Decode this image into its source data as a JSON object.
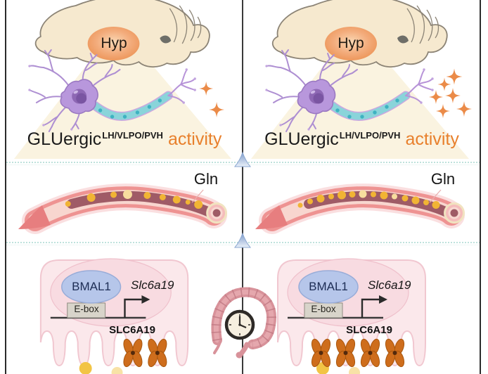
{
  "colors": {
    "accent_orange": "#E8802C",
    "sparkle_orange": "#EB8B48",
    "gln_gold": "#F1B434",
    "gln_gold_light": "#F7DD9E",
    "bmal1_blue": "#B6C6EA",
    "transporter_orange": "#CE6D1C",
    "section_divider_teal": "#BEE2DC",
    "arrow_blue": "#8FACD6"
  },
  "icons": {
    "sparkle": "four-point-star",
    "up_arrow": "upward-flow-arrow",
    "gut_clock": "intestine-with-clock",
    "hyp": "glowing-oval-region"
  },
  "panels": [
    {
      "hyp_label": "Hyp",
      "gluergic": {
        "base": "GLUergic",
        "superscript": "LH/VLPO/PVH",
        "suffix": "activity"
      },
      "sparkle_count": 2,
      "vessel_label": "Gln",
      "gln_dot_count": 9,
      "nucleus": {
        "tf_label": "BMAL1",
        "ebox_label": "E-box",
        "gene_label": "Slc6a19"
      },
      "membrane_label": "SLC6A19",
      "transporter_count": 2
    },
    {
      "hyp_label": "Hyp",
      "gluergic": {
        "base": "GLUergic",
        "superscript": "LH/VLPO/PVH",
        "suffix": "activity"
      },
      "sparkle_count": 6,
      "vessel_label": "Gln",
      "gln_dot_count": 14,
      "nucleus": {
        "tf_label": "BMAL1",
        "ebox_label": "E-box",
        "gene_label": "Slc6a19"
      },
      "membrane_label": "SLC6A19",
      "transporter_count": 4
    }
  ]
}
